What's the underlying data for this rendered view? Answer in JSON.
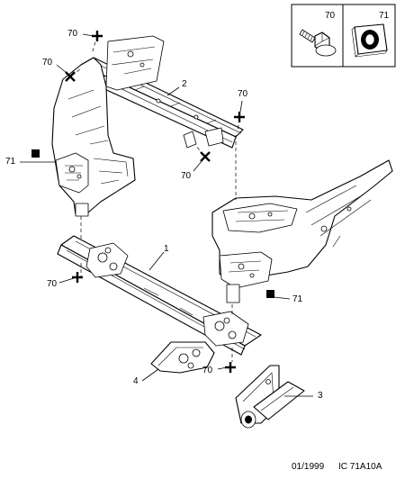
{
  "callouts": {
    "c70_a": "70",
    "c70_b": "70",
    "c70_c": "70",
    "c70_d": "70",
    "c70_e": "70",
    "c70_f": "70",
    "c71_left": "71",
    "c71_right": "71",
    "c2": "2",
    "c1": "1",
    "c4": "4",
    "c3": "3"
  },
  "inset": {
    "label_bolt": "70",
    "label_nut": "71"
  },
  "footer": {
    "date": "01/1999",
    "reference": "IC 71A10A"
  }
}
